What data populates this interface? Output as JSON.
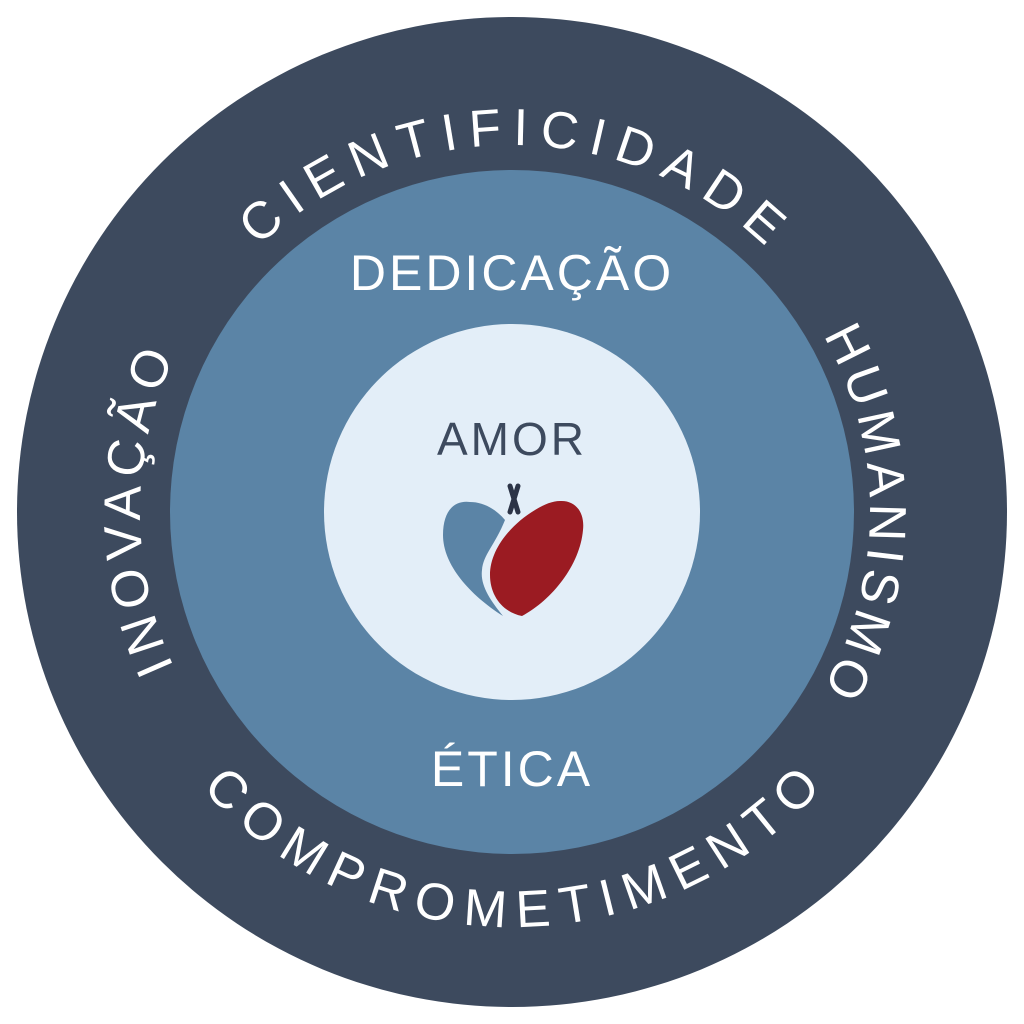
{
  "outer_ring": {
    "top": "CIENTIFICIDADE",
    "left": "INOVAÇÃO",
    "right": "HUMANISMO",
    "bottom": "COMPROMETIMENTO"
  },
  "middle_ring": {
    "top": "DEDICAÇÃO",
    "bottom": "ÉTICA"
  },
  "core": {
    "label": "AMOR",
    "logo_icon": "heart-logo-icon"
  },
  "colors": {
    "outer": "#3d4a5e",
    "middle": "#5b84a6",
    "core": "#e3eef8",
    "heart_blue": "#5b84a6",
    "heart_red": "#9b1b22",
    "stem": "#2c3447"
  }
}
